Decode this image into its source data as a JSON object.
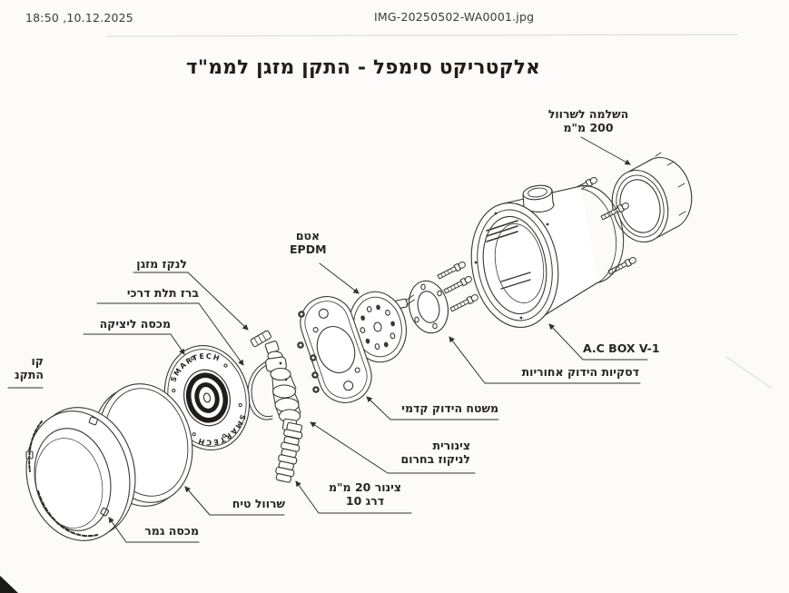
{
  "page": {
    "header": {
      "timestamp": "18:50 ,10.12.2025",
      "filename": "IMG-20250502-WA0001.jpg"
    },
    "title": "אלקטריקט סימפל - התקן מזגן לממ\"ד"
  },
  "diagram": {
    "disc_text_top": "SMARTECH",
    "disc_text_bottom": "SMARTECH",
    "labels": {
      "sleeve_completion": {
        "line1": "השלמה לשרוול",
        "line2": "200 מ\"מ"
      },
      "seal": {
        "line1": "אטם",
        "line2": "EPDM"
      },
      "ac_drain": {
        "text": "לנקז מזגן"
      },
      "three_way_valve": {
        "text": "ברז תלת דרכי"
      },
      "casting_cover": {
        "text": "מכסה ליציקה"
      },
      "cut_label": {
        "line1": "קו",
        "line2": "התקנ"
      },
      "ac_box": {
        "text": "A.C BOX V-1"
      },
      "rear_washers": {
        "text": "דסקיות הידוק אחוריות"
      },
      "front_clamp": {
        "text": "משטח הידוק קדמי"
      },
      "emergency_drain_tube": {
        "line1": "צינורית",
        "line2": "לניקוז בחרום"
      },
      "pipe_20mm": {
        "line1": "צינור 20 מ\"מ",
        "line2": "דרג 10"
      },
      "plaster_sleeve": {
        "text": "שרוול טיח"
      },
      "finish_cover": {
        "text": "מכסה גמר"
      }
    },
    "colors": {
      "ink": "#3a3632",
      "label_ink": "#2b2622",
      "title_ink": "#241c16"
    }
  }
}
